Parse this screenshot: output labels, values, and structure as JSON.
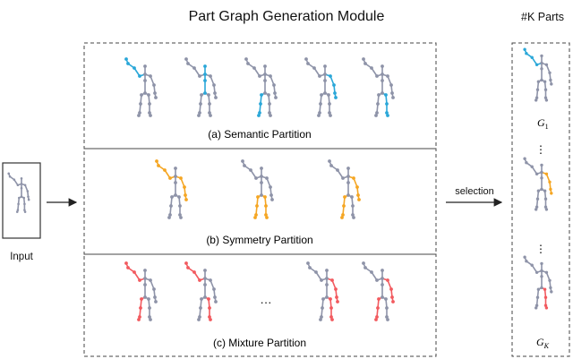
{
  "figure": {
    "title": "Part Graph Generation Module",
    "output_header": "#K Parts",
    "input_label": "Input",
    "selection_label": "selection",
    "partitions": [
      {
        "label": "(a) Semantic Partition",
        "color": "#2aa7d8"
      },
      {
        "label": "(b) Symmetry Partition",
        "color": "#f5a623"
      },
      {
        "label": "(c) Mixture Partition",
        "color": "#f25a5f"
      }
    ],
    "ellipsis": "···",
    "vertical_ellipsis": "⋮",
    "output_labels": {
      "first": "G",
      "first_sub": "1",
      "last": "G",
      "last_sub": "K"
    },
    "colors": {
      "skeleton": "#8e93a8",
      "border": "#444444"
    },
    "highlights": {
      "semantic": [
        [
          "armR"
        ],
        [
          "trunk"
        ],
        [
          "legR"
        ],
        [
          "armL"
        ],
        [
          "legL"
        ]
      ],
      "symmetry": [
        [
          "armR",
          "armL"
        ],
        [
          "legR",
          "legL"
        ],
        [
          "armL",
          "legR"
        ]
      ],
      "mixture": [
        [
          "armR",
          "legR"
        ],
        [
          "armR",
          "legL"
        ],
        [
          "armL",
          "legL"
        ],
        [
          "armL",
          "legR"
        ]
      ],
      "outputs": [
        [
          "armR"
        ],
        [
          "armL"
        ],
        [
          "legL"
        ]
      ]
    }
  }
}
